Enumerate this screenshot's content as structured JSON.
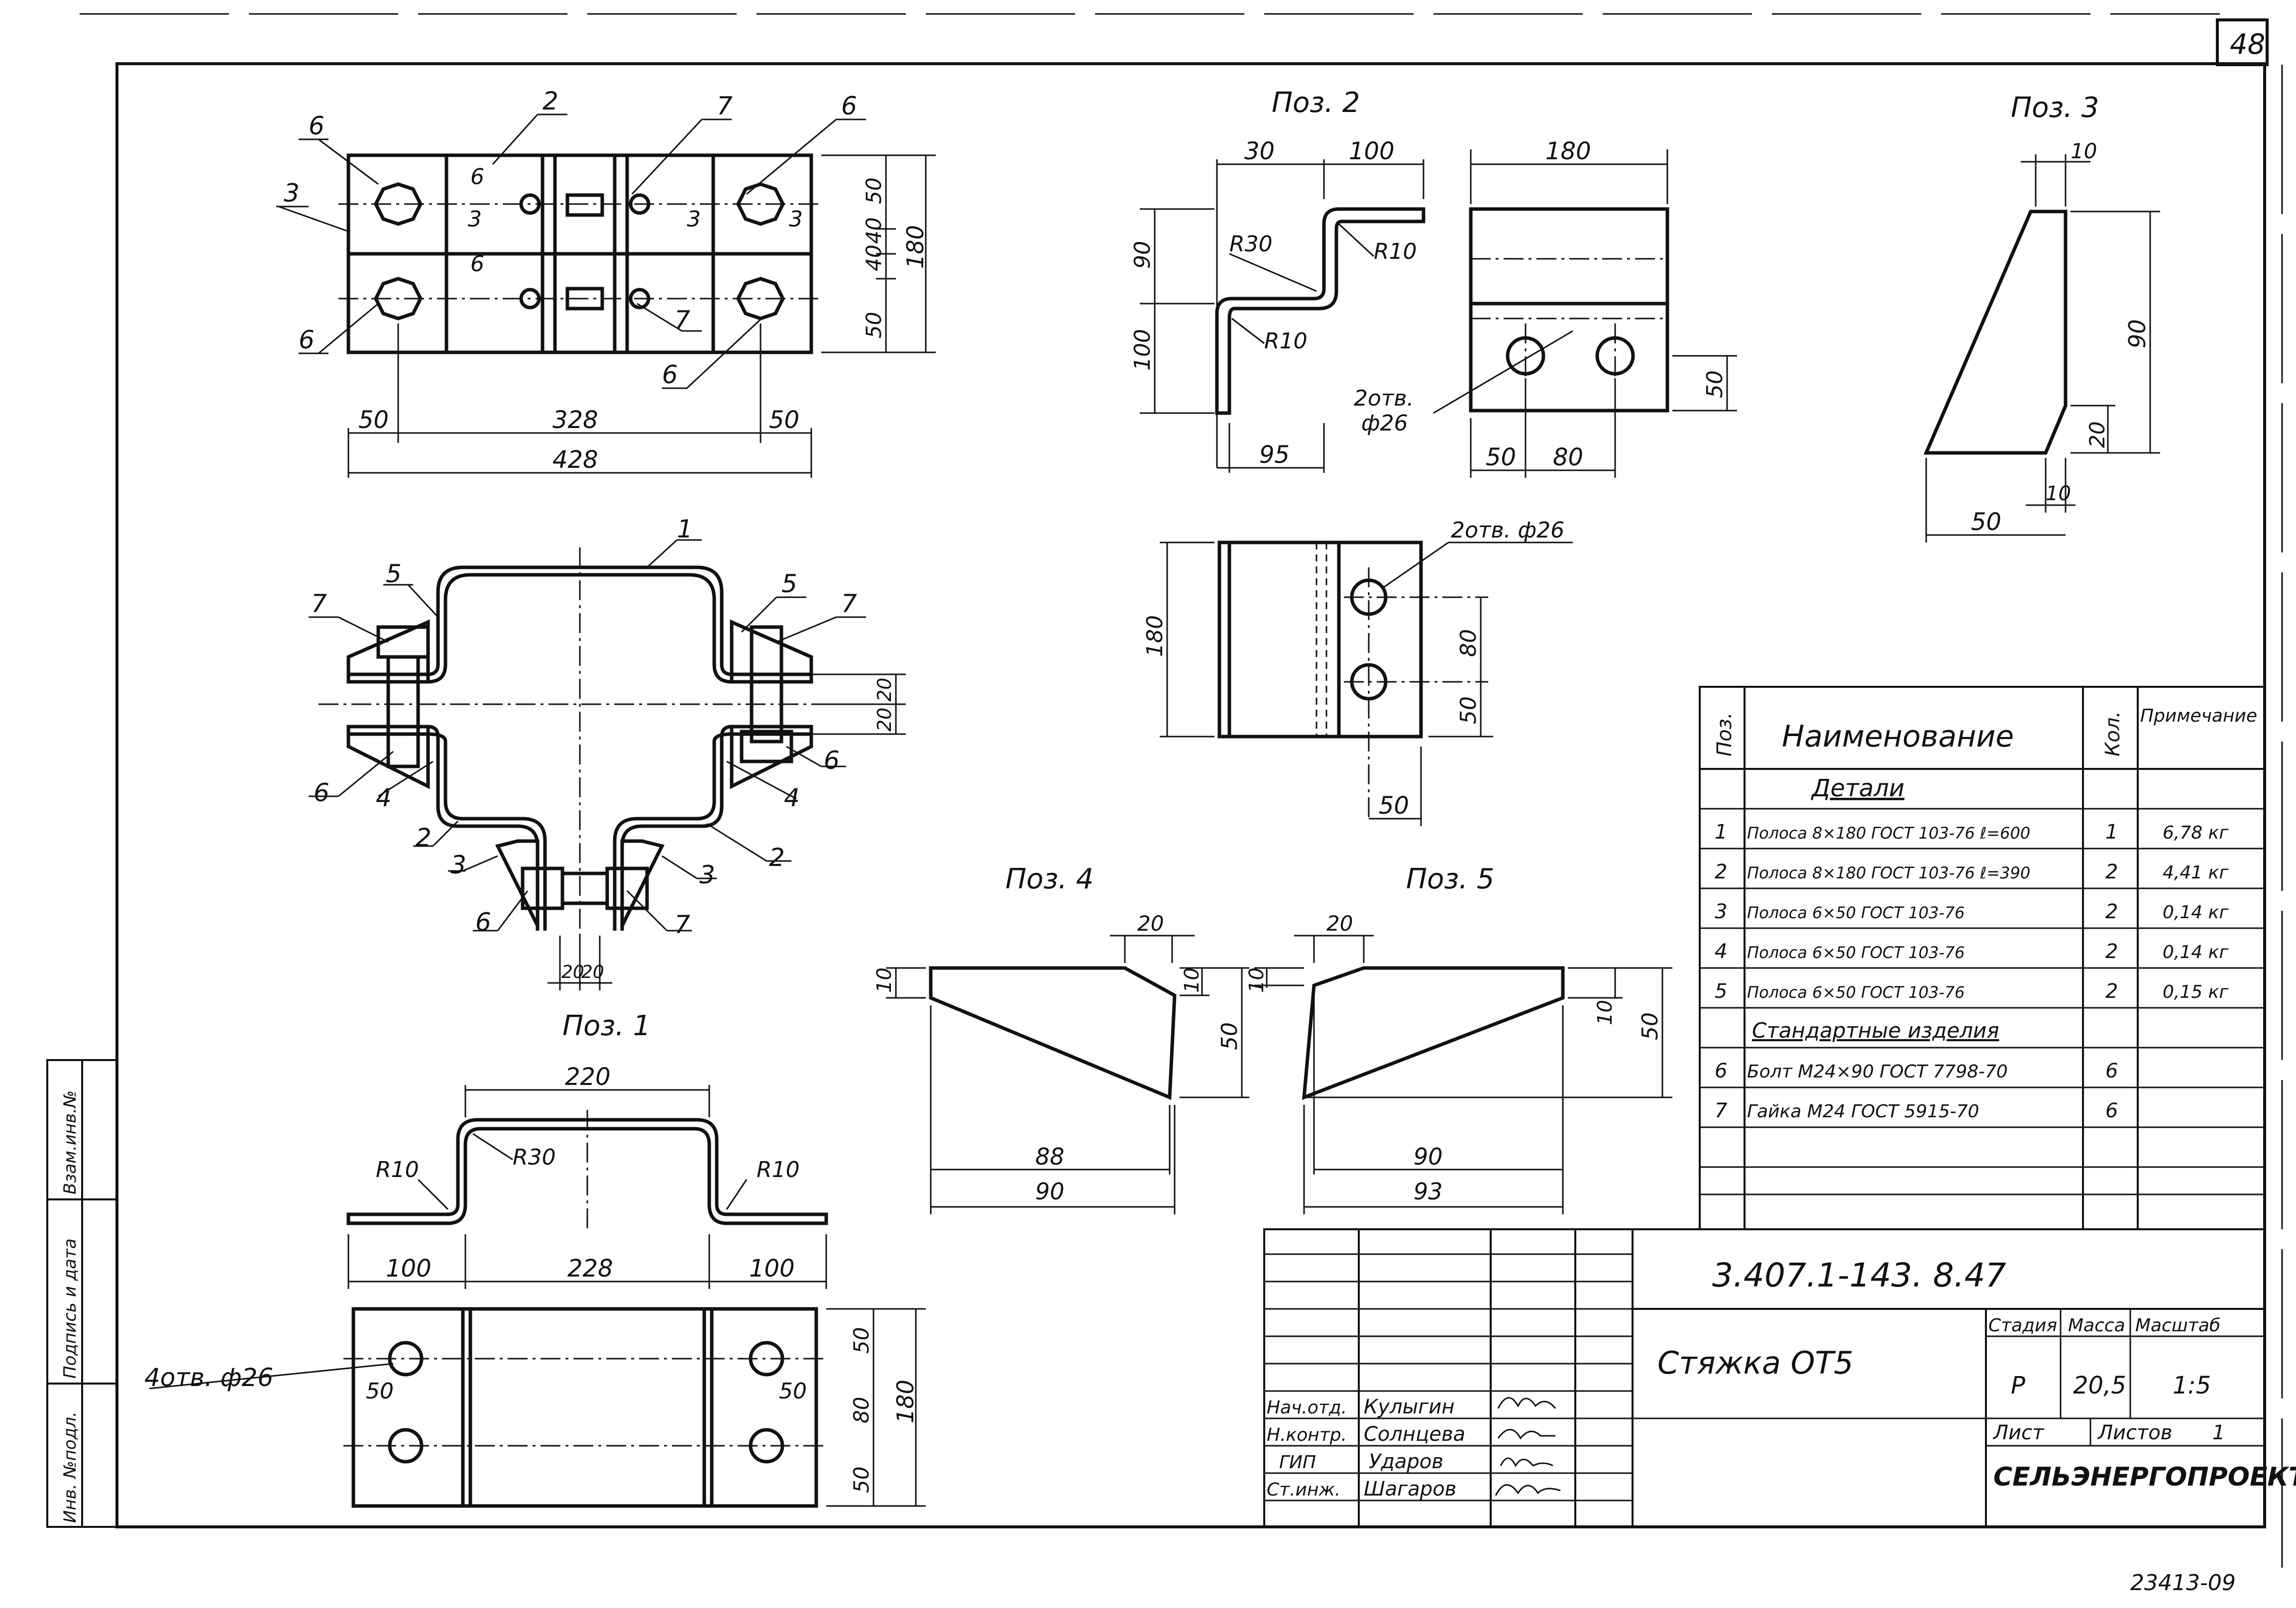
{
  "sheet_number": "48",
  "drawing_code": "3.407.1-143. 8.47",
  "drawing_title": "Стяжка ОТ5",
  "organization": "СЕЛЬЭНЕРГОПРОЕКТ",
  "archive_number": "23413-09",
  "stage": {
    "label": "Стадия",
    "value": "Р"
  },
  "mass": {
    "label": "Масса",
    "value": "20,5"
  },
  "scale": {
    "label": "Масштаб",
    "value": "1:5"
  },
  "sheet": {
    "label": "Лист",
    "value": ""
  },
  "sheets": {
    "label": "Листов",
    "value": "1"
  },
  "signatures": [
    {
      "role": "Нач.отд.",
      "name": "Кулыгин"
    },
    {
      "role": "Н.контр.",
      "name": "Солнцева"
    },
    {
      "role": "ГИП",
      "name": "Ударов"
    },
    {
      "role": "Ст.инж.",
      "name": "Шагаров"
    }
  ],
  "side_labels": [
    "Инв. №подл.",
    "Подпись и дата",
    "Взам.инв.№"
  ],
  "views": {
    "poz1": "Поз. 1",
    "poz2": "Поз. 2",
    "poz3": "Поз. 3",
    "poz4": "Поз. 4",
    "poz5": "Поз. 5"
  },
  "spec": {
    "headers": {
      "pos": "Поз.",
      "name": "Наименование",
      "qty": "Кол.",
      "note": "Примечание"
    },
    "section_details": "Детали",
    "section_standard": "Стандартные изделия",
    "rows": [
      {
        "pos": "1",
        "name": "Полоса 8×180 ГОСТ 103-76 ℓ=600",
        "qty": "1",
        "note": "6,78 кг"
      },
      {
        "pos": "2",
        "name": "Полоса 8×180 ГОСТ 103-76 ℓ=390",
        "qty": "2",
        "note": "4,41 кг"
      },
      {
        "pos": "3",
        "name": "Полоса 6×50 ГОСТ 103-76",
        "qty": "2",
        "note": "0,14 кг"
      },
      {
        "pos": "4",
        "name": "Полоса 6×50 ГОСТ 103-76",
        "qty": "2",
        "note": "0,14 кг"
      },
      {
        "pos": "5",
        "name": "Полоса 6×50 ГОСТ 103-76",
        "qty": "2",
        "note": "0,15 кг"
      }
    ],
    "standard_rows": [
      {
        "pos": "6",
        "name": "Болт М24×90 ГОСТ 7798-70",
        "qty": "6",
        "note": ""
      },
      {
        "pos": "7",
        "name": "Гайка М24 ГОСТ 5915-70",
        "qty": "6",
        "note": ""
      }
    ]
  },
  "dims": {
    "top_total": "428",
    "top_mid": "328",
    "top_side": "50",
    "top_h": "180",
    "top_h_parts": [
      "50",
      "40",
      "40",
      "50"
    ],
    "p1_top": "220",
    "p1_bottom_mid": "228",
    "p1_bottom_side": "100",
    "p1_r30": "R30",
    "p1_r10": "R10",
    "p1_h": "180",
    "p1_h_parts": [
      "50",
      "80",
      "50"
    ],
    "p1_holes": "4отв. ф26",
    "p1_hole_off": "50",
    "p2_w1": "30",
    "p2_w2": "100",
    "p2_h1": "90",
    "p2_h2": "100",
    "p2_b": "95",
    "p2_r30": "R30",
    "p2_r10a": "R10",
    "p2_r10b": "R10",
    "p2_side_w": "180",
    "p2_side_h": "50",
    "p2_side_a": "50",
    "p2_side_b": "80",
    "p2_holes": "2отв.",
    "p2_holes_d": "ф26",
    "p2_plan_holes": "2отв. ф26",
    "p2_plan_h": "180",
    "p2_plan_a": "80",
    "p2_plan_b": "50",
    "p2_plan_c": "50",
    "p3_top": "10",
    "p3_h": "90",
    "p3_b": "20",
    "p3_bb": "10",
    "p3_w": "50",
    "p4_top": "20",
    "p4_l": "10",
    "p4_r": "10",
    "p4_h": "50",
    "p4_w1": "88",
    "p4_w2": "90",
    "p5_top": "20",
    "p5_l": "10",
    "p5_r": "10",
    "p5_h": "50",
    "p5_w1": "90",
    "p5_w2": "93",
    "asm_gap": "20",
    "asm_side": "20"
  },
  "callouts": [
    "1",
    "2",
    "3",
    "4",
    "5",
    "6",
    "7"
  ]
}
